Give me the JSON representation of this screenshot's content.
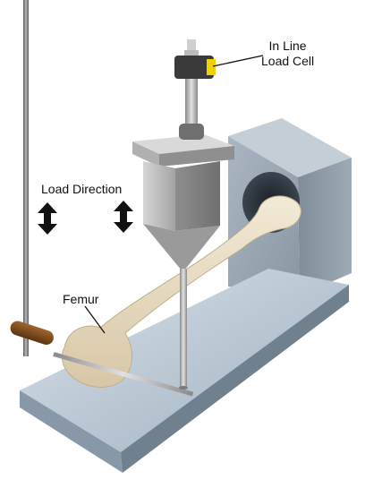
{
  "labels": {
    "load_cell_line1": "In Line",
    "load_cell_line2": "Load Cell",
    "load_direction": "Load Direction",
    "femur": "Femur"
  },
  "icons": [
    "double-arrow-icon",
    "double-arrow-icon"
  ],
  "colors": {
    "fixture": "#a8b4bf",
    "fixture_dark": "#6f7c88",
    "bone": "#e6d9bf",
    "load_cell_band": "#f2d100",
    "handle": "#7a4a1e"
  }
}
